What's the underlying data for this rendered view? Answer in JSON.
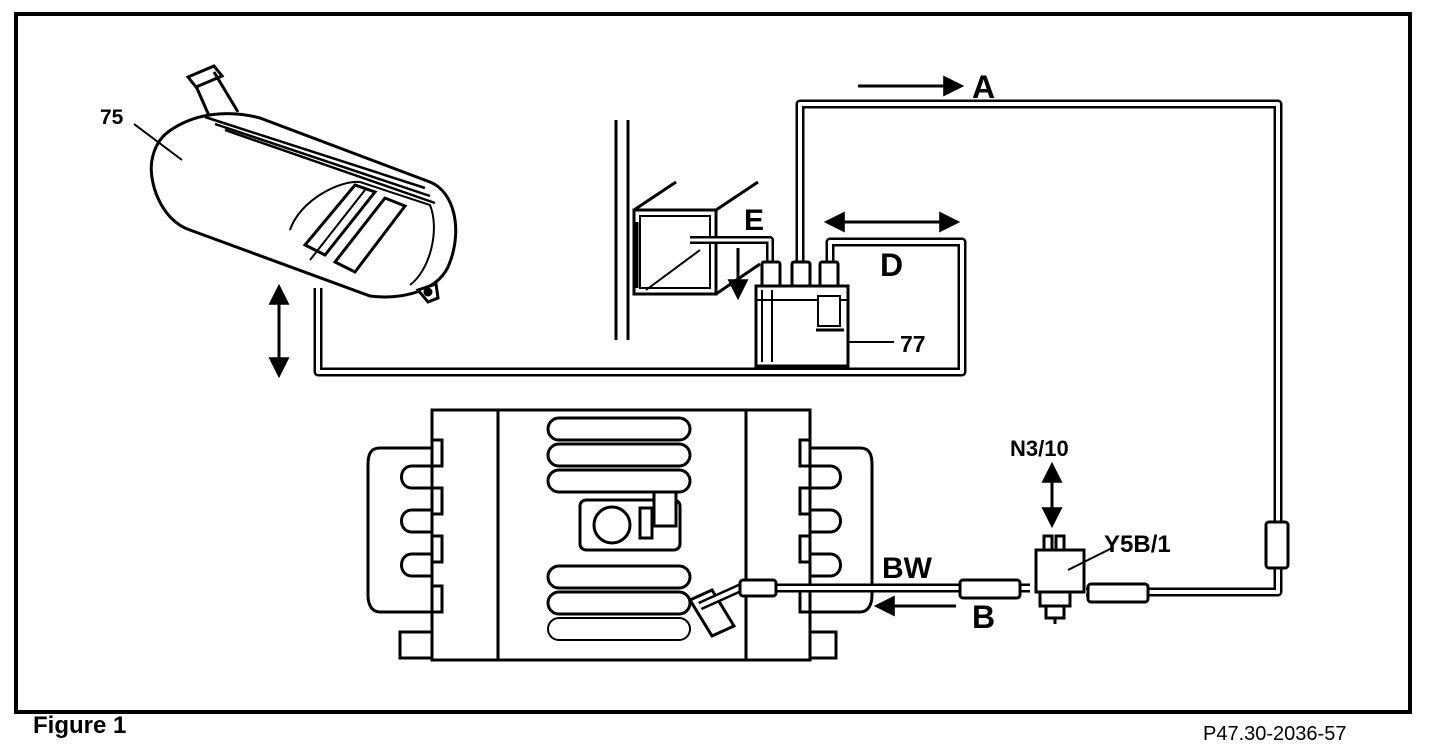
{
  "figure": {
    "caption": "Figure 1",
    "reference_code": "P47.30-2036-57"
  },
  "labels": {
    "fuel_tank": "75",
    "line_a": "A",
    "line_e": "E",
    "line_d": "D",
    "canister": "77",
    "sensor": "N3/10",
    "valve": "Y5B/1",
    "line_bw": "BW",
    "line_b": "B"
  }
}
